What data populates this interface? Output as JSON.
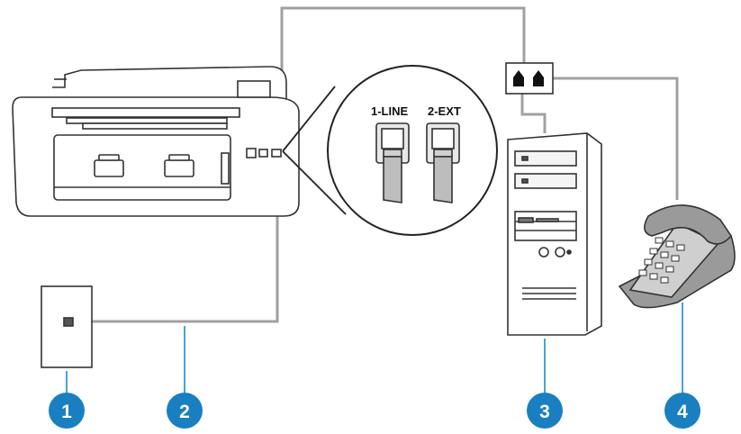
{
  "diagram": {
    "port_labels": [
      "1-LINE",
      "2-EXT"
    ],
    "callouts": [
      "1",
      "2",
      "3",
      "4"
    ],
    "colors": {
      "line": "#a0a0a0",
      "outline": "#333333",
      "callout": "#1a7fc0",
      "leader": "#4aa3d8"
    }
  }
}
